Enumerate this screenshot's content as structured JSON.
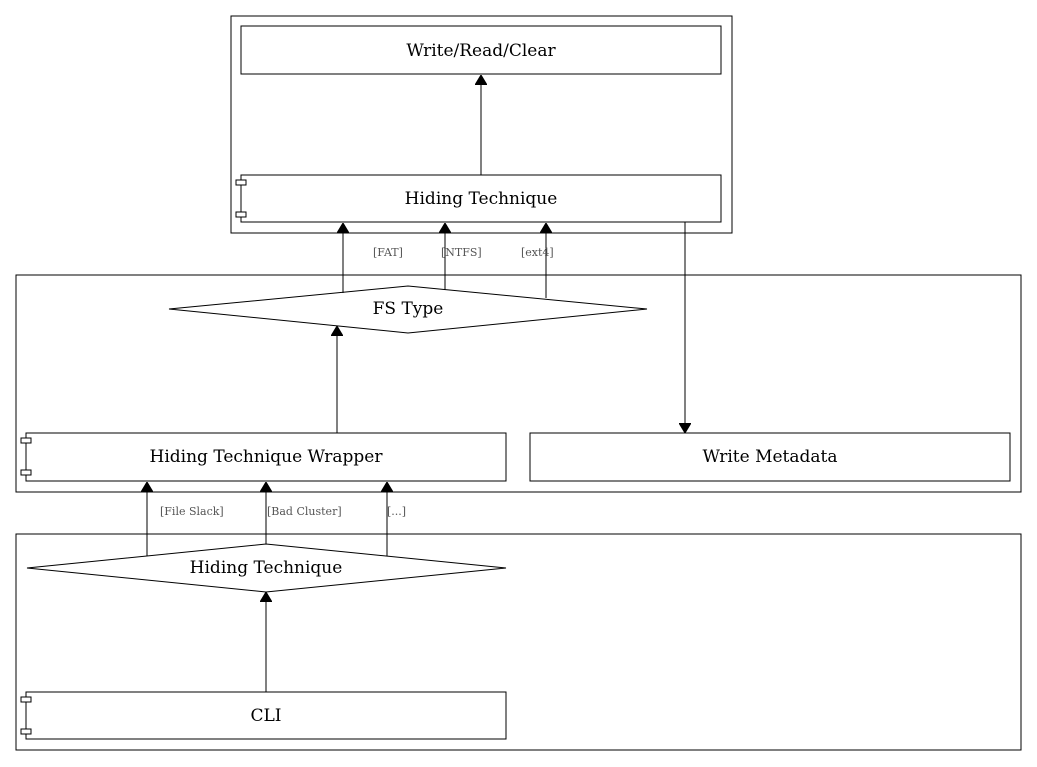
{
  "nodes": {
    "write_read_clear": "Write/Read/Clear",
    "hiding_technique_top": "Hiding Technique",
    "fs_type": "FS Type",
    "hiding_technique_wrapper": "Hiding Technique Wrapper",
    "write_metadata": "Write Metadata",
    "hiding_technique_decision": "Hiding Technique",
    "cli": "CLI"
  },
  "edge_labels": {
    "fat": "[FAT]",
    "ntfs": "[NTFS]",
    "ext4": "[ext4]",
    "file_slack": "[File Slack]",
    "bad_cluster": "[Bad Cluster]",
    "other": "[...]"
  },
  "colors": {
    "stroke": "#000000",
    "edge_label": "#555555",
    "background": "#ffffff"
  }
}
